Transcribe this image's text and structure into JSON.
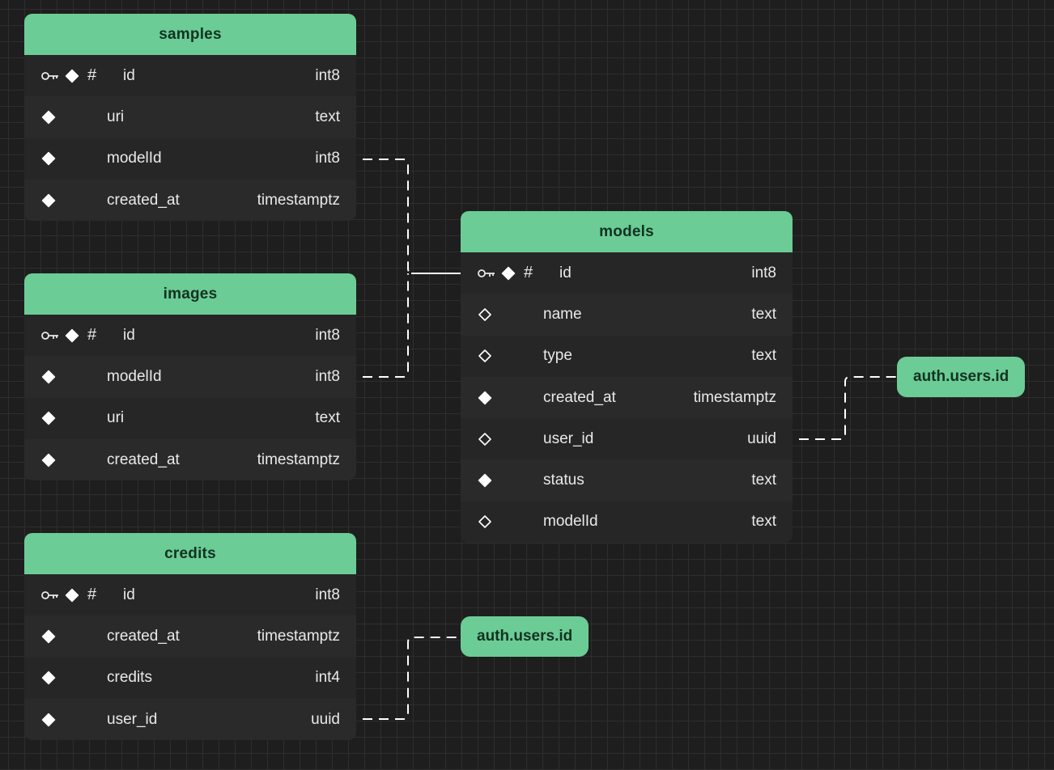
{
  "tables": {
    "samples": {
      "name": "samples",
      "columns": [
        {
          "name": "id",
          "type": "int8",
          "pk": true,
          "nullable": false
        },
        {
          "name": "uri",
          "type": "text",
          "pk": false,
          "nullable": false
        },
        {
          "name": "modelId",
          "type": "int8",
          "pk": false,
          "nullable": false
        },
        {
          "name": "created_at",
          "type": "timestamptz",
          "pk": false,
          "nullable": false
        }
      ]
    },
    "images": {
      "name": "images",
      "columns": [
        {
          "name": "id",
          "type": "int8",
          "pk": true,
          "nullable": false
        },
        {
          "name": "modelId",
          "type": "int8",
          "pk": false,
          "nullable": false
        },
        {
          "name": "uri",
          "type": "text",
          "pk": false,
          "nullable": false
        },
        {
          "name": "created_at",
          "type": "timestamptz",
          "pk": false,
          "nullable": false
        }
      ]
    },
    "credits": {
      "name": "credits",
      "columns": [
        {
          "name": "id",
          "type": "int8",
          "pk": true,
          "nullable": false
        },
        {
          "name": "created_at",
          "type": "timestamptz",
          "pk": false,
          "nullable": false
        },
        {
          "name": "credits",
          "type": "int4",
          "pk": false,
          "nullable": false
        },
        {
          "name": "user_id",
          "type": "uuid",
          "pk": false,
          "nullable": false
        }
      ]
    },
    "models": {
      "name": "models",
      "columns": [
        {
          "name": "id",
          "type": "int8",
          "pk": true,
          "nullable": false
        },
        {
          "name": "name",
          "type": "text",
          "pk": false,
          "nullable": true
        },
        {
          "name": "type",
          "type": "text",
          "pk": false,
          "nullable": true
        },
        {
          "name": "created_at",
          "type": "timestamptz",
          "pk": false,
          "nullable": false
        },
        {
          "name": "user_id",
          "type": "uuid",
          "pk": false,
          "nullable": true
        },
        {
          "name": "status",
          "type": "text",
          "pk": false,
          "nullable": false
        },
        {
          "name": "modelId",
          "type": "text",
          "pk": false,
          "nullable": true
        }
      ]
    }
  },
  "refs": {
    "models_user": "auth.users.id",
    "credits_user": "auth.users.id"
  },
  "colors": {
    "header": "#6bcc95",
    "header_text": "#133222",
    "background": "#1e1e1e",
    "row_text": "#e9e9e9",
    "connector": "#ffffff"
  }
}
